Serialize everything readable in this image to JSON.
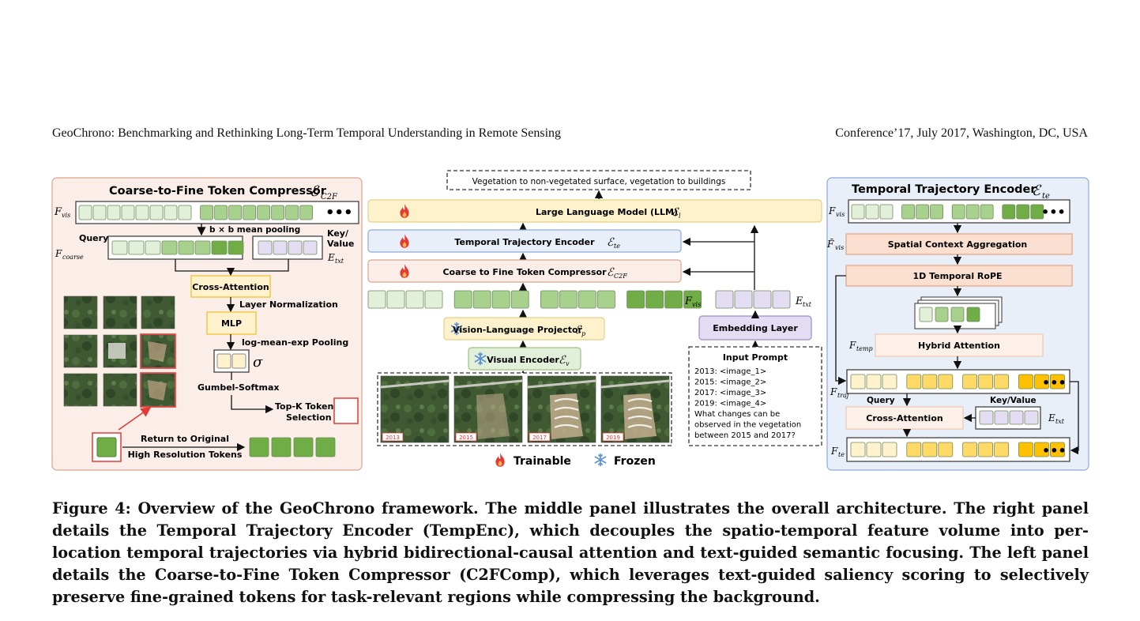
{
  "header": {
    "left": "GeoChrono: Benchmarking and Rethinking Long-Term Temporal Understanding in Remote Sensing",
    "right": "Conference’17, July 2017, Washington, DC, USA"
  },
  "left_panel": {
    "title": "Coarse-to-Fine Token Compressor",
    "title_sym": "ℰ",
    "title_sub": "C2F",
    "fvis": "F",
    "fvis_sub": "vis",
    "pool": "b × b mean pooling",
    "query": "Query",
    "fcoarse": "F",
    "fcoarse_sub": "coarse",
    "keyvalue1": "Key/",
    "keyvalue2": "Value",
    "etxt": "E",
    "etxt_sub": "txt",
    "cross_attn": "Cross-Attention",
    "layer_norm": "Layer Normalization",
    "mlp": "MLP",
    "lme_pool": "log-mean-exp Pooling",
    "sigma": "σ",
    "gumbel": "Gumbel-Softmax",
    "topk1": "Top-K Token",
    "topk2": "Selection",
    "return1": "Return to Original",
    "return2": "High Resolution Tokens"
  },
  "middle_panel": {
    "output": "Vegetation to non-vegetated surface, vegetation to buildings",
    "llm": "Large Language Model (LLM)",
    "llm_sym": "ℰ",
    "llm_sub": "l",
    "tte": "Temporal Trajectory Encoder",
    "tte_sym": "ℰ",
    "tte_sub": "te",
    "c2f": "Coarse to Fine Token Compressor",
    "c2f_sym": "ℰ",
    "c2f_sub": "C2F",
    "fvis": "F",
    "fvis_sub": "vis",
    "etxt": "E",
    "etxt_sub": "txt",
    "projector": "Vision-Language Projector",
    "proj_sym": "ℰ",
    "proj_sub": "p",
    "visual_encoder": "Visual Encoder",
    "ve_sym": "ℰ",
    "ve_sub": "v",
    "embedding": "Embedding Layer",
    "input_prompt_title": "Input Prompt",
    "prompt_lines": [
      "2013: <image_1>",
      "2015: <image_2>",
      "2017: <image_3>",
      "2019: <image_4>",
      "What changes can be",
      "observed in the vegetation",
      "between 2015 and 2017?"
    ],
    "years": [
      "2013",
      "2015",
      "2017",
      "2019"
    ],
    "legend_trainable": "Trainable",
    "legend_frozen": "Frozen"
  },
  "right_panel": {
    "title": "Temporal Trajectory Encoder",
    "title_sym": "ℰ",
    "title_sub": "te",
    "fvis": "F",
    "fvis_sub": "vis",
    "fvis_tilde": "F̃",
    "spatial": "Spatial Context Aggregation",
    "rope": "1D Temporal RoPE",
    "ftemp": "F",
    "ftemp_sub": "temp",
    "hybrid": "Hybrid Attention",
    "ftraj": "F",
    "ftraj_sub": "traj",
    "query": "Query",
    "keyvalue": "Key/Value",
    "cross_attn": "Cross-Attention",
    "etxt": "E",
    "etxt_sub": "txt",
    "fte": "F",
    "fte_sub": "te"
  },
  "colors": {
    "green_light": "#e2efd9",
    "green_mid": "#a9d18e",
    "green_dark": "#70ad47",
    "purple": "#e3dcf3",
    "yellow_light": "#fff2cc",
    "yellow_mid": "#ffd966",
    "yellow_dark": "#ffc000",
    "left_bg": "#fbeee9",
    "right_bg": "#e9eff8",
    "red": "#e53935"
  },
  "caption": "Figure 4: Overview of the GeoChrono framework. The middle panel illustrates the overall architecture. The right panel details the Temporal Trajectory Encoder (TempEnc), which decouples the spatio-temporal feature volume into per-location temporal trajectories via hybrid bidirectional-causal attention and text-guided semantic focusing. The left panel details the Coarse-to-Fine Token Compressor (C2FComp), which leverages text-guided saliency scoring to selectively preserve fine-grained tokens for task-relevant regions while compressing the background."
}
